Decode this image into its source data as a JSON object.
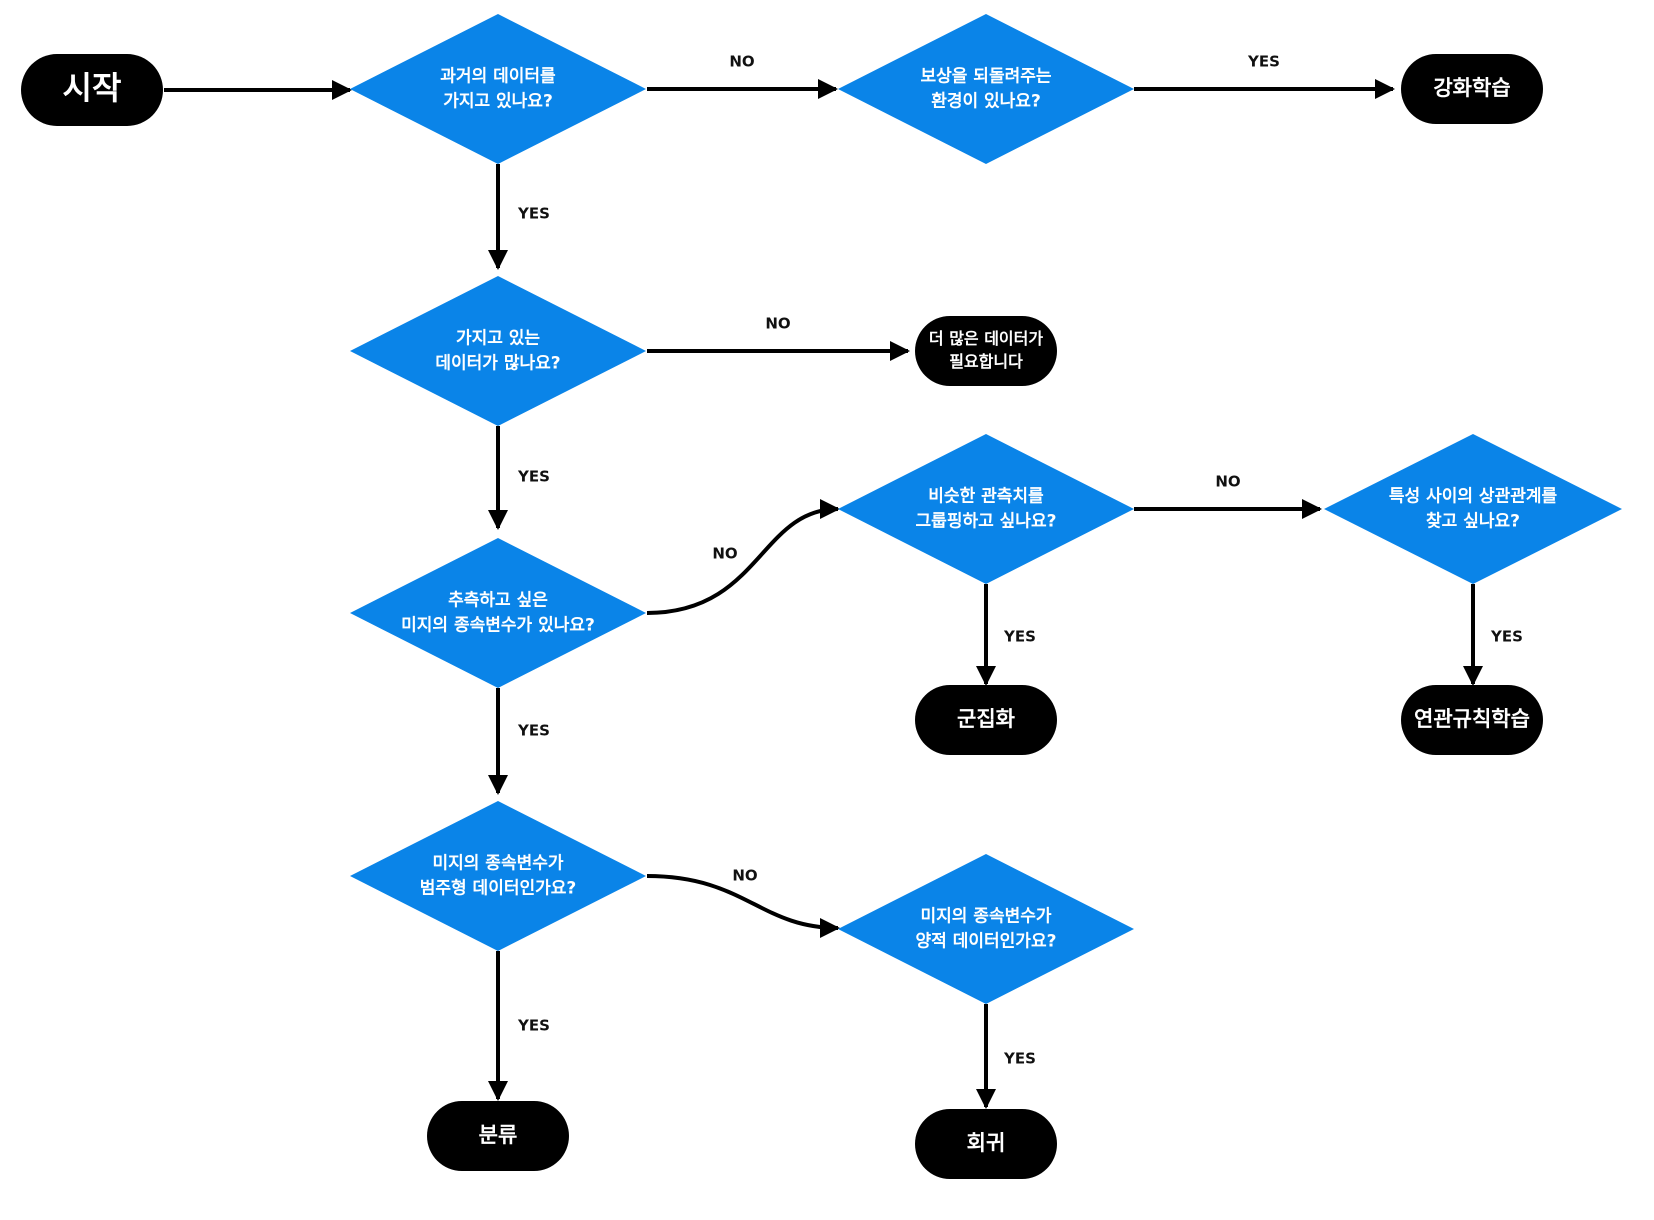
{
  "colors": {
    "decision": "#0a84e8",
    "terminal": "#000000",
    "edge": "#000000",
    "node_text": "#ffffff",
    "label_text": "#111111"
  },
  "nodes": {
    "start": {
      "lines": [
        "시작"
      ]
    },
    "past_data": {
      "lines": [
        "과거의 데이터를",
        "가지고 있나요?"
      ]
    },
    "reward_env": {
      "lines": [
        "보상을 되돌려주는",
        "환경이 있나요?"
      ]
    },
    "reinforcement": {
      "lines": [
        "강화학습"
      ]
    },
    "enough_data": {
      "lines": [
        "가지고 있는",
        "데이터가 많나요?"
      ]
    },
    "need_more": {
      "lines": [
        "더 많은 데이터가",
        "필요합니다"
      ]
    },
    "predict_target": {
      "lines": [
        "추측하고 싶은",
        "미지의 종속변수가 있나요?"
      ]
    },
    "group_similar": {
      "lines": [
        "비슷한 관측치를",
        "그룹핑하고 싶나요?"
      ]
    },
    "feature_relation": {
      "lines": [
        "특성 사이의 상관관계를",
        "찾고 싶나요?"
      ]
    },
    "clustering": {
      "lines": [
        "군집화"
      ]
    },
    "association": {
      "lines": [
        "연관규칙학습"
      ]
    },
    "categorical": {
      "lines": [
        "미지의 종속변수가",
        "범주형 데이터인가요?"
      ]
    },
    "quantitative": {
      "lines": [
        "미지의 종속변수가",
        "양적 데이터인가요?"
      ]
    },
    "classification": {
      "lines": [
        "분류"
      ]
    },
    "regression": {
      "lines": [
        "회귀"
      ]
    }
  },
  "edges": [
    {
      "from": "start",
      "to": "past_data",
      "label": ""
    },
    {
      "from": "past_data",
      "to": "reward_env",
      "label": "NO"
    },
    {
      "from": "reward_env",
      "to": "reinforcement",
      "label": "YES"
    },
    {
      "from": "past_data",
      "to": "enough_data",
      "label": "YES"
    },
    {
      "from": "enough_data",
      "to": "need_more",
      "label": "NO"
    },
    {
      "from": "enough_data",
      "to": "predict_target",
      "label": "YES"
    },
    {
      "from": "predict_target",
      "to": "group_similar",
      "label": "NO"
    },
    {
      "from": "group_similar",
      "to": "feature_relation",
      "label": "NO"
    },
    {
      "from": "group_similar",
      "to": "clustering",
      "label": "YES"
    },
    {
      "from": "feature_relation",
      "to": "association",
      "label": "YES"
    },
    {
      "from": "predict_target",
      "to": "categorical",
      "label": "YES"
    },
    {
      "from": "categorical",
      "to": "quantitative",
      "label": "NO"
    },
    {
      "from": "categorical",
      "to": "classification",
      "label": "YES"
    },
    {
      "from": "quantitative",
      "to": "regression",
      "label": "YES"
    }
  ]
}
